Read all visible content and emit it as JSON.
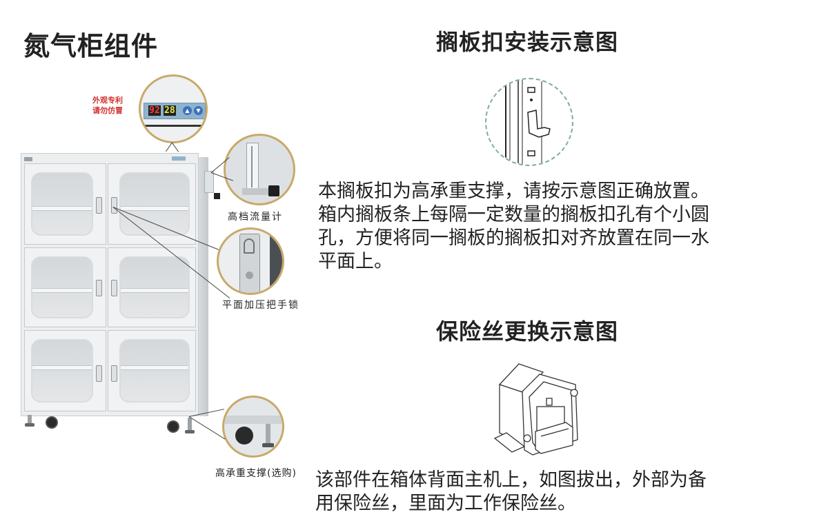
{
  "left": {
    "title": "氮气柜组件",
    "warning": [
      "外观专利",
      "请勿仿冒"
    ],
    "controller_display": {
      "left_digits": "92",
      "right_digits": "28"
    },
    "callouts": [
      {
        "id": "flowmeter",
        "label": "高档流量计"
      },
      {
        "id": "lock",
        "label": "平面加压把手锁"
      },
      {
        "id": "support",
        "label": "高承重支撑(选购)"
      }
    ]
  },
  "right": {
    "shelf_clip": {
      "title": "搁板扣安装示意图",
      "description": "本搁板扣为高承重支撑，请按示意图正确放置。箱内搁板条上每隔一定数量的搁板扣孔有个小圆孔，方便将同一搁板的搁板扣对齐放置在同一水平面上。",
      "lines": [
        "本搁板扣为高承重支撑，请按示意图正确放置。",
        "箱内搁板条上每隔一定数量的搁板扣孔有个小圆",
        "孔，方便将同一搁板的搁板扣对齐放置在同一水",
        "平面上。"
      ]
    },
    "fuse": {
      "title": "保险丝更换示意图",
      "lines": [
        "该部件在箱体背面主机上，如图拔出，外部为备",
        "用保险丝，里面为工作保险丝。"
      ]
    }
  },
  "colors": {
    "warning_red": "#d3302f",
    "callout_ring": "#c8a96a",
    "dashed_ring": "#7fa9a9"
  }
}
